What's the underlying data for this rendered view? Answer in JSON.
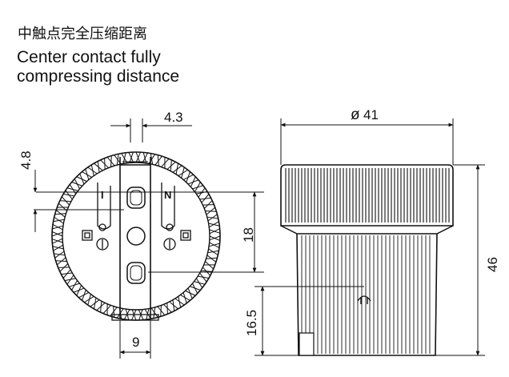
{
  "title": {
    "cn": "中触点完全压缩距离",
    "en_line1": "Center contact fully",
    "en_line2": "compressing distance"
  },
  "front_view": {
    "dim_top": "4.3",
    "dim_left": "4.8",
    "dim_right": "18",
    "dim_bottom": "9",
    "mark_left": "I",
    "mark_right": "N"
  },
  "side_view": {
    "dim_diameter": "41",
    "dim_height": "46",
    "dim_contact": "16.5"
  },
  "colors": {
    "line": "#111111",
    "background": "#ffffff"
  }
}
